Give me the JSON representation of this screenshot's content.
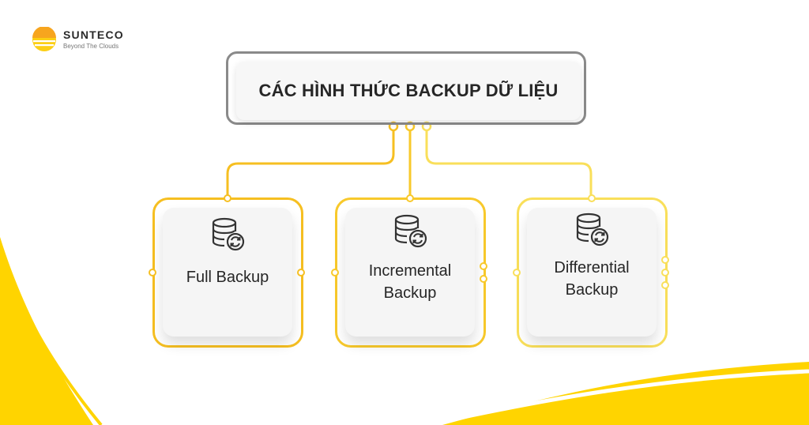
{
  "brand": {
    "name": "SUNTECO",
    "tagline": "Beyond The Clouds",
    "colors": {
      "orange": "#f7a51e",
      "yellow": "#fccf14"
    }
  },
  "title": "CÁC HÌNH THỨC BACKUP DỮ LIỆU",
  "items": [
    {
      "label": "Full Backup",
      "icon": "database-sync-icon",
      "color": "#f6bf21"
    },
    {
      "label": "Incremental\nBackup",
      "icon": "database-sync-icon",
      "color": "#f8c92b"
    },
    {
      "label": "Differential\nBackup",
      "icon": "database-sync-icon",
      "color": "#f9df5a"
    }
  ],
  "colors": {
    "title_border": "#8a8a8a",
    "accent_yellow": "#ffd200",
    "text": "#262626"
  }
}
